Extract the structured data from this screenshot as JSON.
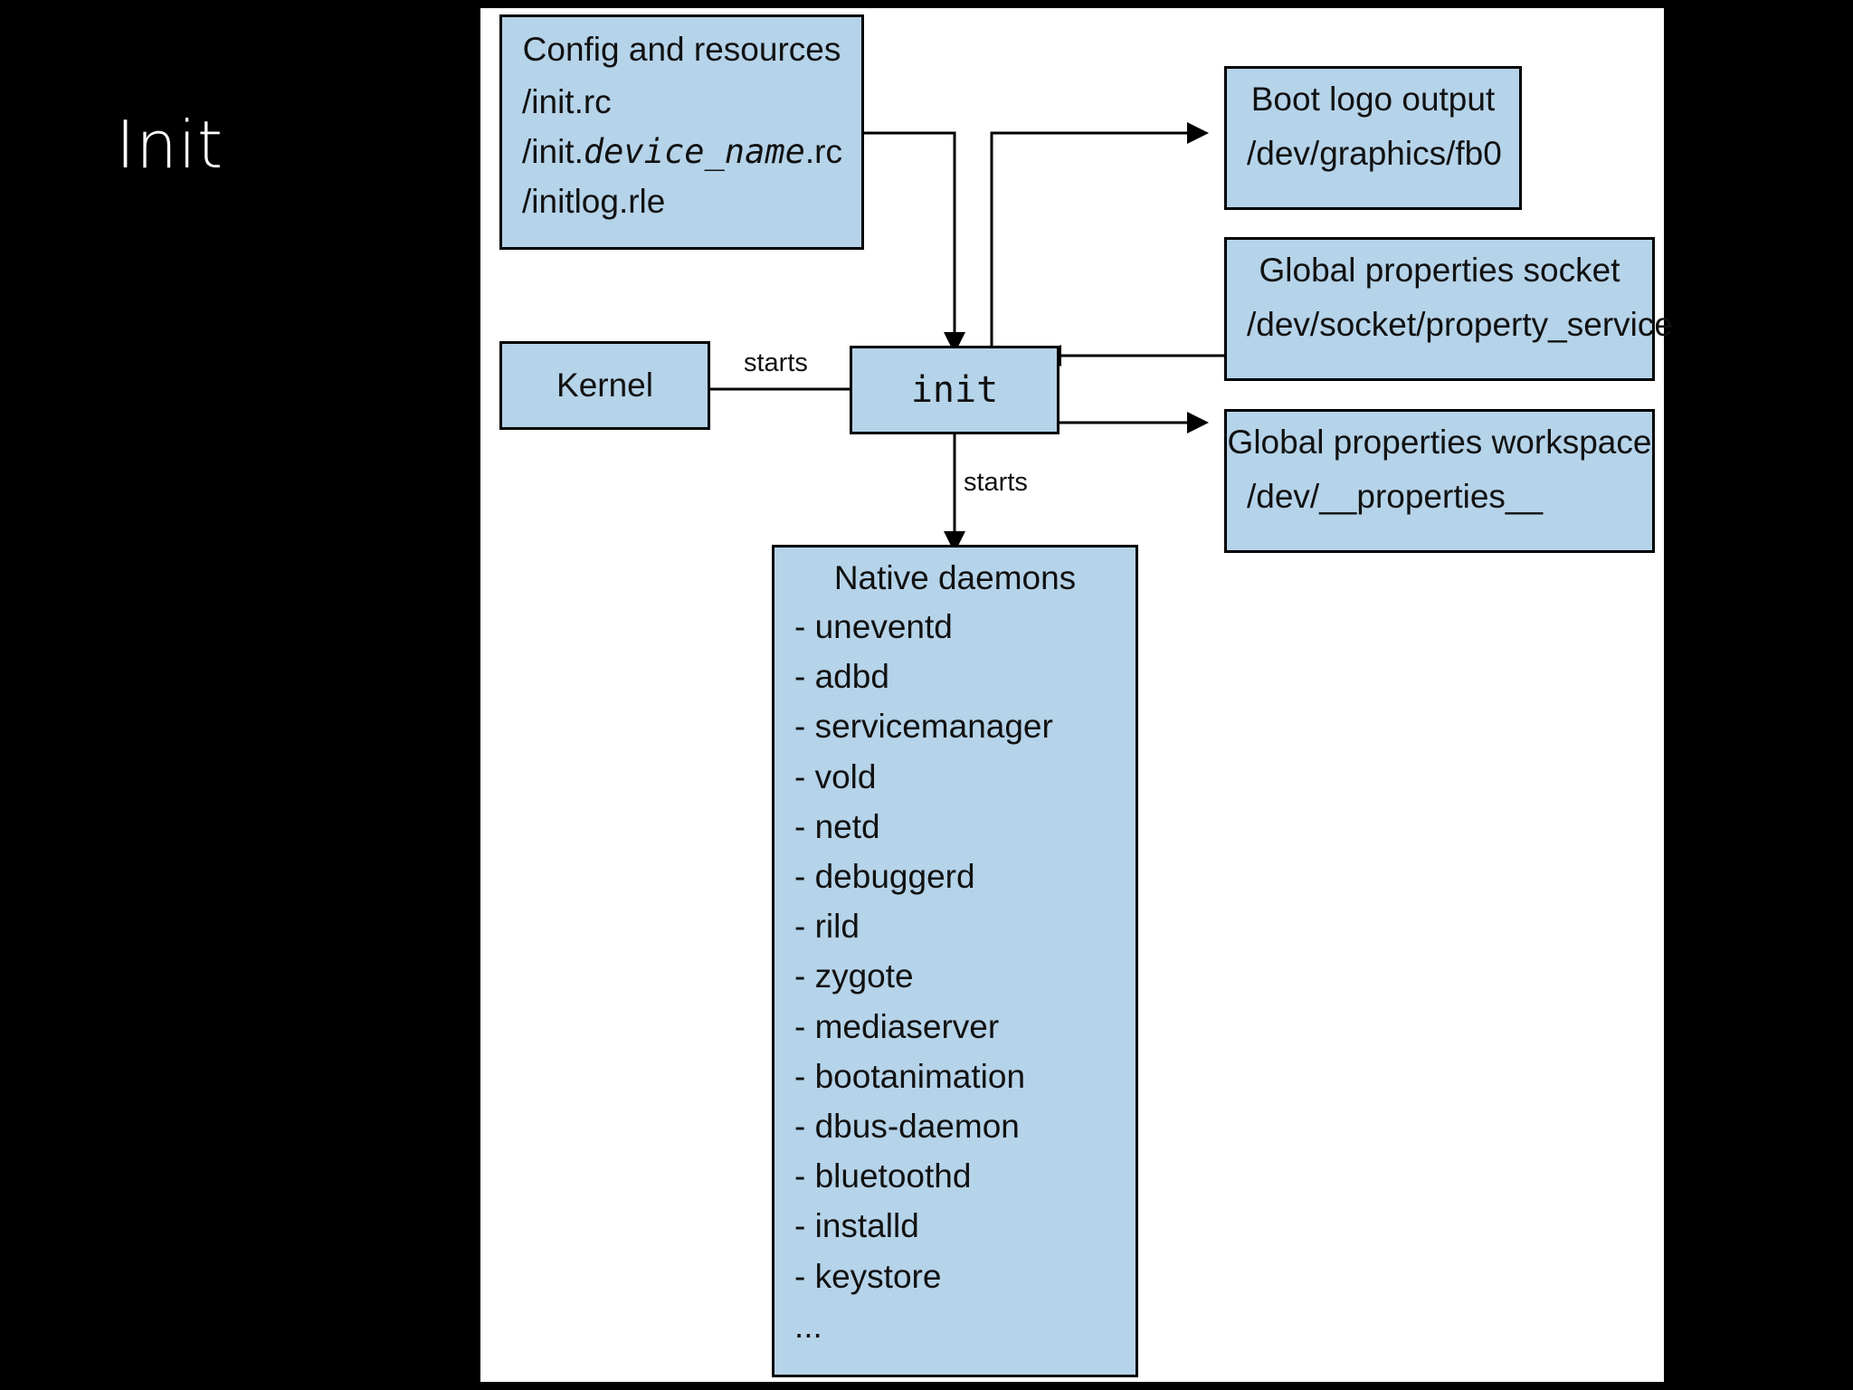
{
  "slide": {
    "title": "Init"
  },
  "diagram": {
    "config": {
      "title": "Config and resources",
      "line1": "/init.rc",
      "line2_prefix": "/init.",
      "line2_italic": "device_name",
      "line2_suffix": ".rc",
      "line3": "/initlog.rle"
    },
    "kernel": {
      "label": "Kernel"
    },
    "init": {
      "label": "init"
    },
    "boot_logo": {
      "title": "Boot logo output",
      "path": "/dev/graphics/fb0"
    },
    "prop_socket": {
      "title": "Global properties socket",
      "path": "/dev/socket/property_service"
    },
    "prop_workspace": {
      "title": "Global properties workspace",
      "path": "/dev/__properties__"
    },
    "edges": {
      "kernel_to_init": "starts",
      "init_to_daemons": "starts"
    },
    "daemons": {
      "title": "Native daemons",
      "items": [
        "- uneventd",
        "- adbd",
        "- servicemanager",
        "- vold",
        "- netd",
        "- debuggerd",
        "- rild",
        "- zygote",
        "- mediaserver",
        "- bootanimation",
        "- dbus-daemon",
        "- bluetoothd",
        "- installd",
        "- keystore",
        "..."
      ]
    }
  }
}
